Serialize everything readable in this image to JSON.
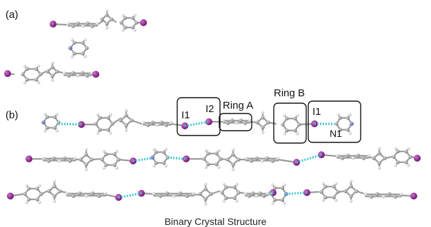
{
  "panels": {
    "a": "(a)",
    "b": "(b)"
  },
  "labels": {
    "i1_left": "I1",
    "i2": "I2",
    "ring_a": "Ring A",
    "ring_b": "Ring B",
    "i1_right": "I1",
    "n1": "N1"
  },
  "caption": "Binary Crystal Structure",
  "colors": {
    "iodine": "#8e1a8e",
    "carbon": "#a8a8a8",
    "hydrogen": "#e4e4e4",
    "nitrogen": "#7a86c8",
    "halogen_bond": "#3ec6d4",
    "highlight_box": "#111111"
  }
}
